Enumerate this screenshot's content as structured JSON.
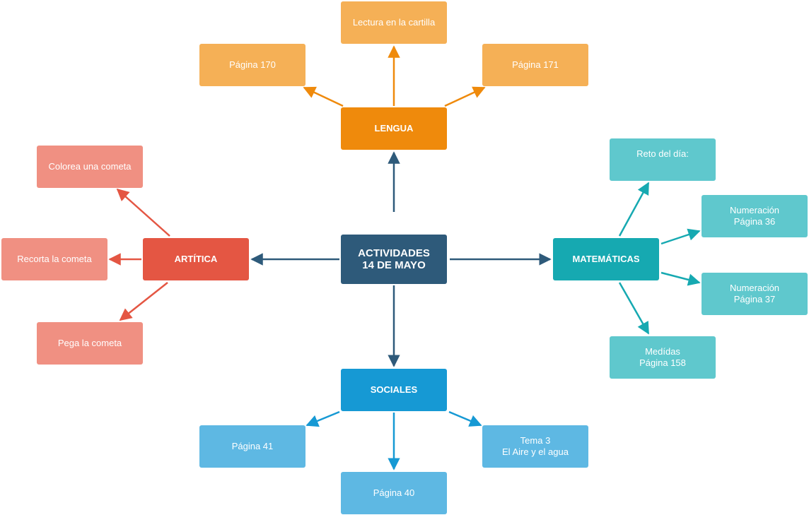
{
  "diagram": {
    "colors": {
      "central": "#2e5a7a",
      "lengua": "#ef8a0c",
      "lengua_leaf": "#f5b056",
      "artistica": "#e45643",
      "artistica_leaf": "#f09082",
      "matematicas": "#16a9b1",
      "matematicas_leaf": "#5fc8cd",
      "sociales": "#1699d4",
      "sociales_leaf": "#5eb8e3"
    },
    "nodes": {
      "central": {
        "label": "ACTIVIDADES\n14 DE MAYO"
      },
      "lengua": {
        "label": "LENGUA"
      },
      "artistica": {
        "label": "ARTÍTICA"
      },
      "matematicas": {
        "label": "MATEMÁTICAS"
      },
      "sociales": {
        "label": "SOCIALES"
      },
      "lengua_lectura": {
        "label": "Lectura en la cartilla"
      },
      "lengua_p170": {
        "label": "Página 170"
      },
      "lengua_p171": {
        "label": "Página 171"
      },
      "art_colorea": {
        "label": "Colorea una cometa"
      },
      "art_recorta": {
        "label": "Recorta la cometa"
      },
      "art_pega": {
        "label": "Pega la cometa"
      },
      "mat_reto": {
        "label": "Reto del día:"
      },
      "mat_num36": {
        "label": "Numeración\nPágina 36"
      },
      "mat_num37": {
        "label": "Numeración\nPágina 37"
      },
      "mat_medidas": {
        "label": "Medídas\nPágina 158"
      },
      "soc_p41": {
        "label": "Página 41"
      },
      "soc_p40": {
        "label": "Página 40"
      },
      "soc_tema3": {
        "label": "Tema 3\nEl Aire y el agua"
      }
    }
  }
}
